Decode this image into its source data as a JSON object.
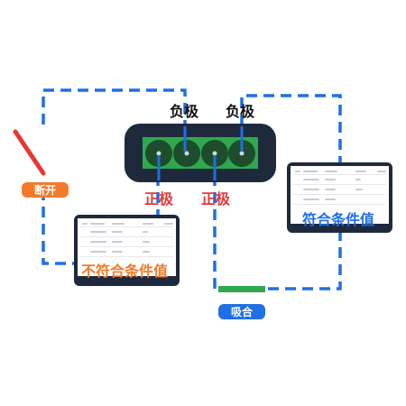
{
  "terminals": {
    "neg_left": "负极",
    "neg_right": "负极",
    "pos_left": "正极",
    "pos_right": "正极"
  },
  "states": {
    "open": "断开",
    "closed": "吸合"
  },
  "panels": {
    "left_caption": "不符合条件值",
    "right_caption": "符合条件值"
  },
  "colors": {
    "wire": "#1f6fe5",
    "open_badge": "#f47a2b",
    "closed_badge": "#1f6fe5",
    "negative_label": "#111111",
    "positive_label": "#e53935",
    "left_caption": "#f47a2b",
    "right_caption": "#1f6fe5",
    "battery_body": "#1e2a3c",
    "battery_cells": "#2fa84f",
    "open_switch": "#e53935",
    "closed_switch": "#2fa84f"
  }
}
